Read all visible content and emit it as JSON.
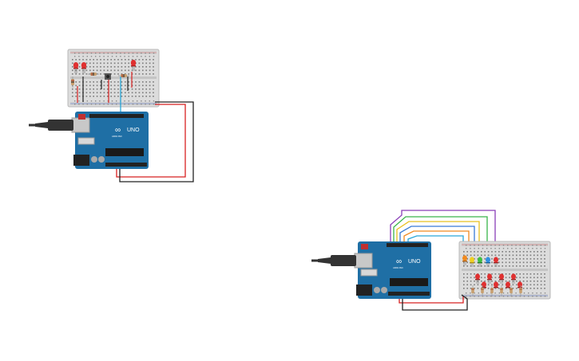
{
  "canvas": {
    "background": "#ffffff"
  },
  "colors": {
    "breadboard": "#dcdcdc",
    "breadboard_dark": "#b8b8b8",
    "arduino_board": "#1f6fa5",
    "arduino_dark": "#16557f",
    "header": "#222222",
    "wire_red": "#d82020",
    "wire_black": "#222222",
    "wire_cyan": "#2aa7d8",
    "wire_purple": "#8a3fb8",
    "wire_green": "#3ab54a",
    "wire_yellow": "#e8c020",
    "wire_orange": "#f08a20",
    "wire_blue": "#3a7bd5",
    "led_red": "#e03030",
    "led_green": "#40c040",
    "led_yellow": "#f0d020",
    "led_blue": "#3090e0",
    "resistor": "#c8a070",
    "usb_plug": "#333333",
    "usb_metal": "#c8c8c8"
  },
  "arduino": {
    "logo_symbol": "∞",
    "model_label": "UNO",
    "brand_label": "ARDUINO"
  },
  "icons": {
    "arduino_logo": "infinity-logo-icon",
    "reset_button": "reset-button-icon",
    "usb_plug": "usb-plug-icon",
    "power_jack": "power-jack-icon"
  },
  "circuits": [
    {
      "name": "circuit-top-left",
      "leds": [
        "red",
        "red"
      ]
    },
    {
      "name": "circuit-bottom-right",
      "leds": [
        "orange",
        "yellow",
        "green",
        "blue",
        "red",
        "red",
        "red",
        "red",
        "red",
        "red"
      ]
    }
  ]
}
